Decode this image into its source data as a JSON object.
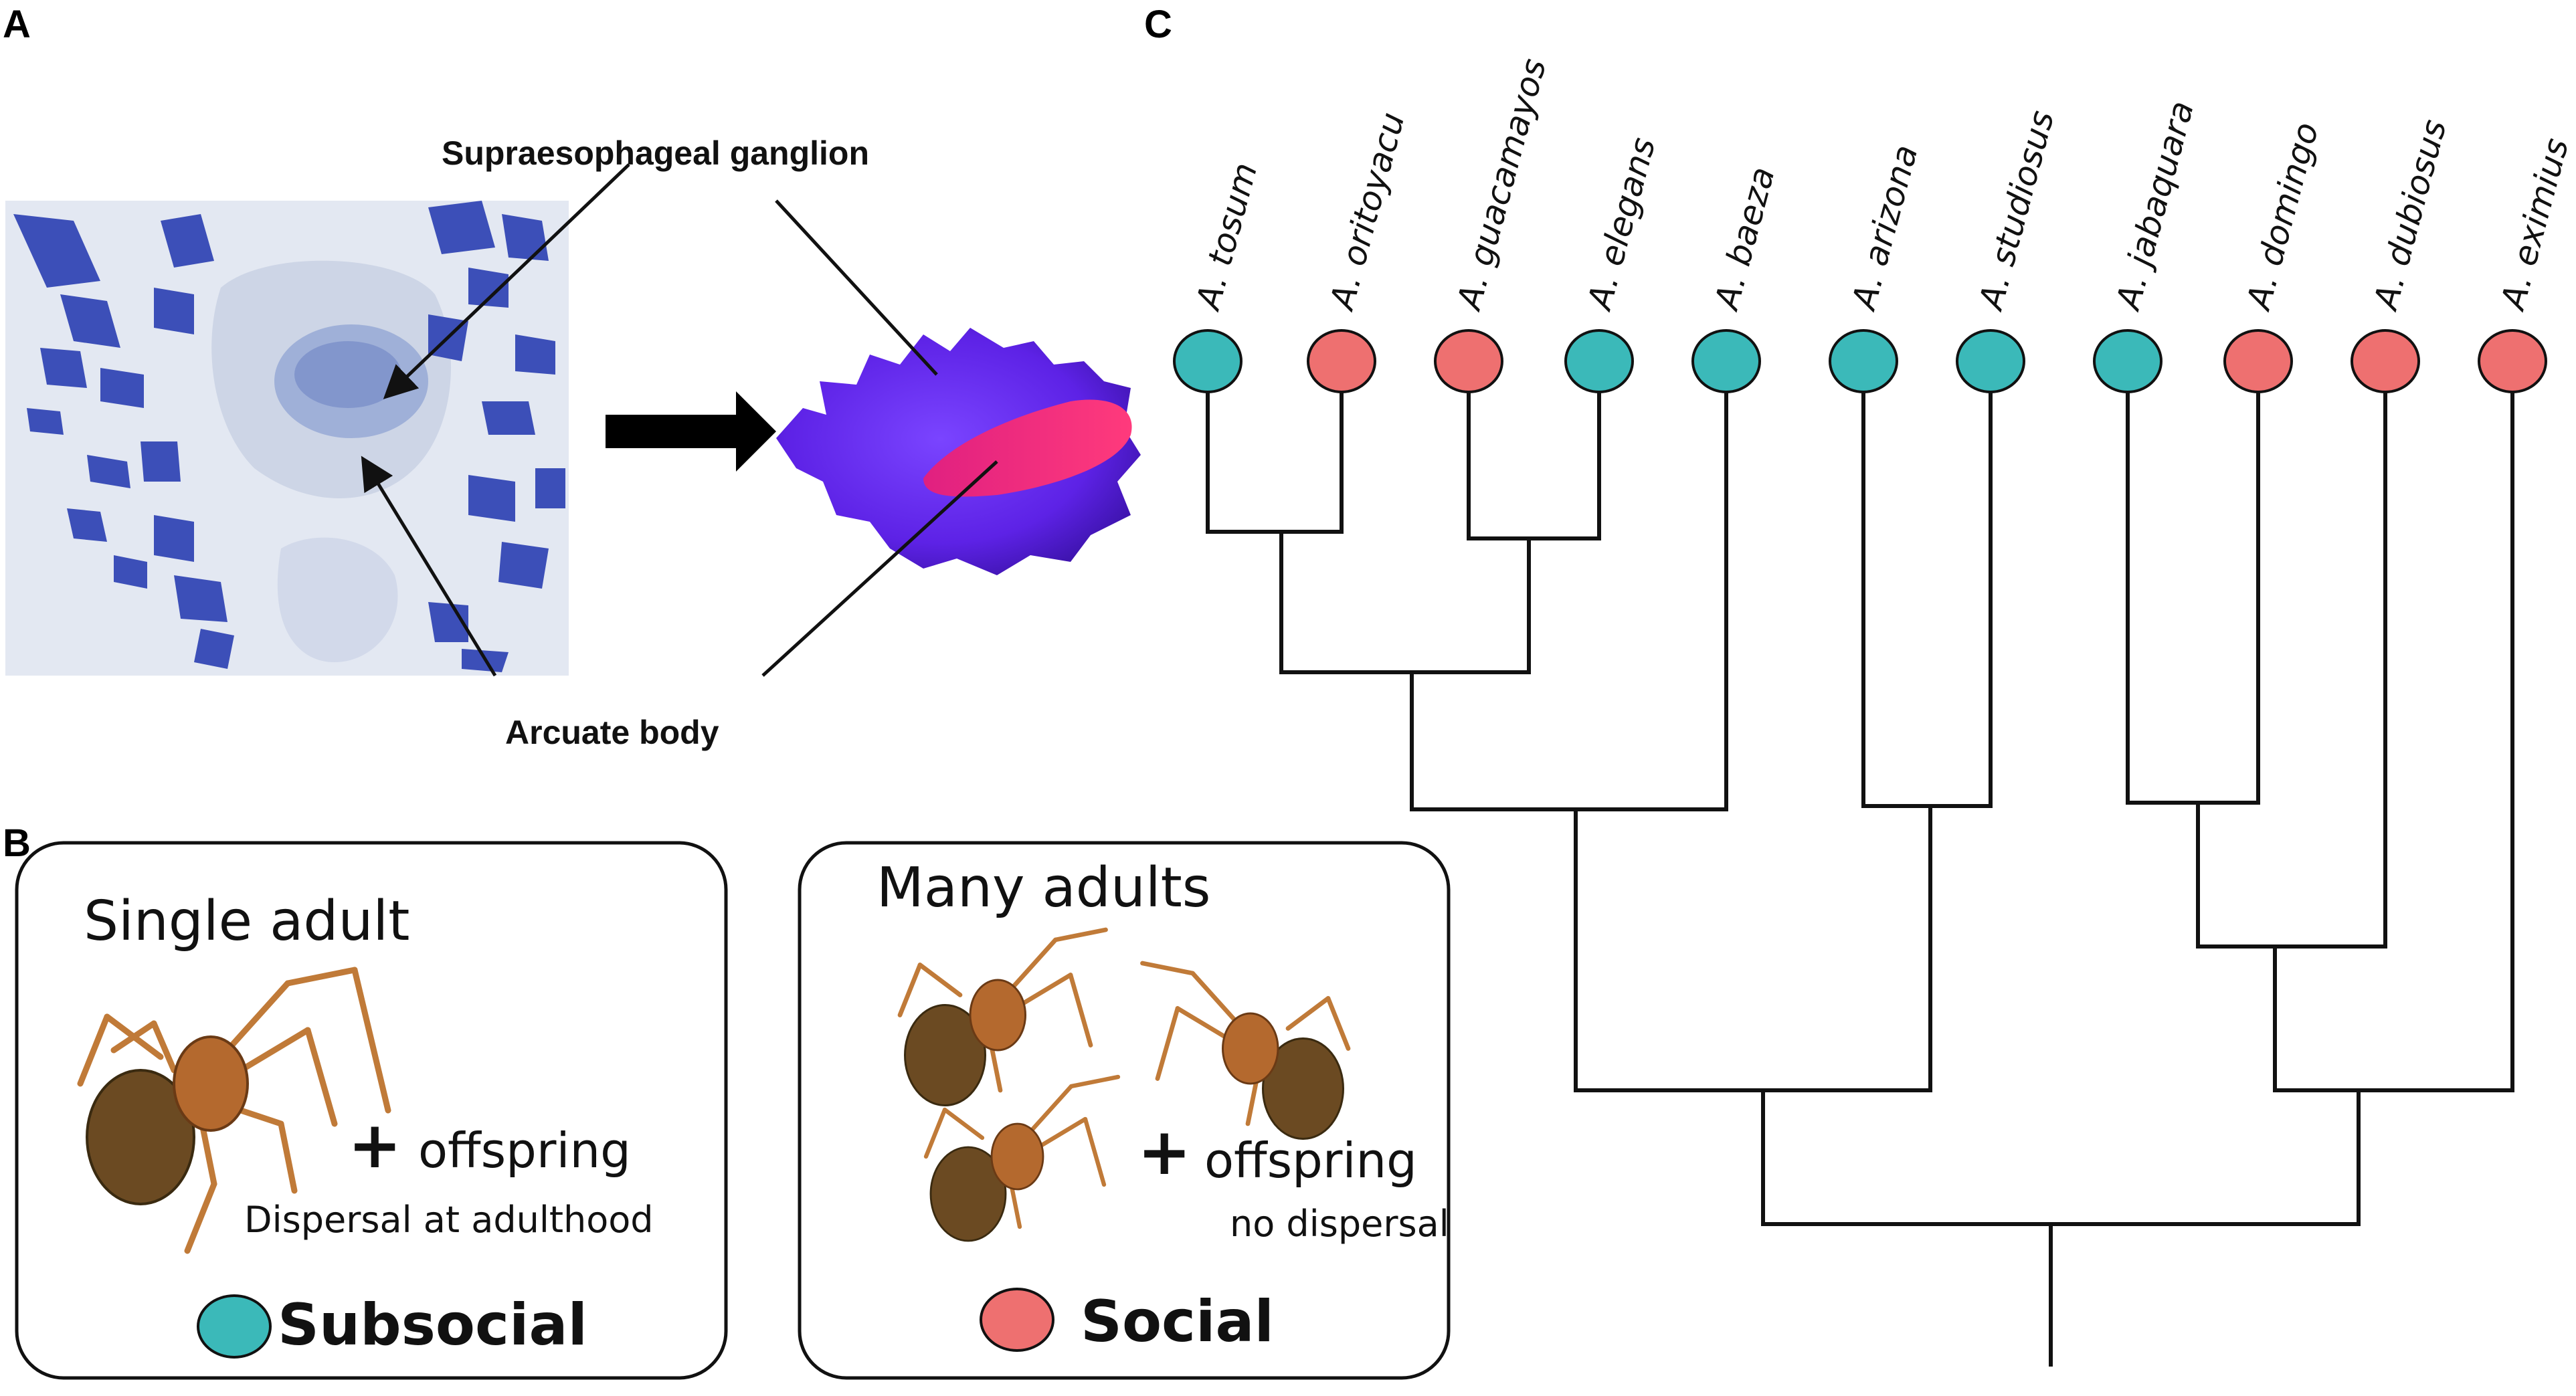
{
  "panels": {
    "a": "A",
    "b": "B",
    "c": "C"
  },
  "panel_a": {
    "label_ganglion": "Supraesophageal ganglion",
    "label_arcuate": "Arcuate body"
  },
  "panel_b": {
    "subsocial_box": {
      "title": "Single adult",
      "plus": "+",
      "offspring": "offspring",
      "note": "Dispersal at adulthood",
      "legend_label": "Subsocial"
    },
    "social_box": {
      "title": "Many adults",
      "plus": "+",
      "offspring": "offspring",
      "note": "no dispersal",
      "legend_label": "Social"
    }
  },
  "colors": {
    "subsocial": "#3bb9b9",
    "social": "#ee7070",
    "ganglion_render": "#6a2ef0",
    "arcuate_render": "#f0287a",
    "stain": "#3c4fb8"
  },
  "panel_c": {
    "species": [
      {
        "name": "A. tosum",
        "type": "subsocial"
      },
      {
        "name": "A. oritoyacu",
        "type": "social"
      },
      {
        "name": "A. guacamayos",
        "type": "social"
      },
      {
        "name": "A. elegans",
        "type": "subsocial"
      },
      {
        "name": "A. baeza",
        "type": "subsocial"
      },
      {
        "name": "A. arizona",
        "type": "subsocial"
      },
      {
        "name": "A. studiosus",
        "type": "subsocial"
      },
      {
        "name": "A. jabaquara",
        "type": "subsocial"
      },
      {
        "name": "A. domingo",
        "type": "social"
      },
      {
        "name": "A. dubiosus",
        "type": "social"
      },
      {
        "name": "A. eximius",
        "type": "social"
      }
    ]
  }
}
